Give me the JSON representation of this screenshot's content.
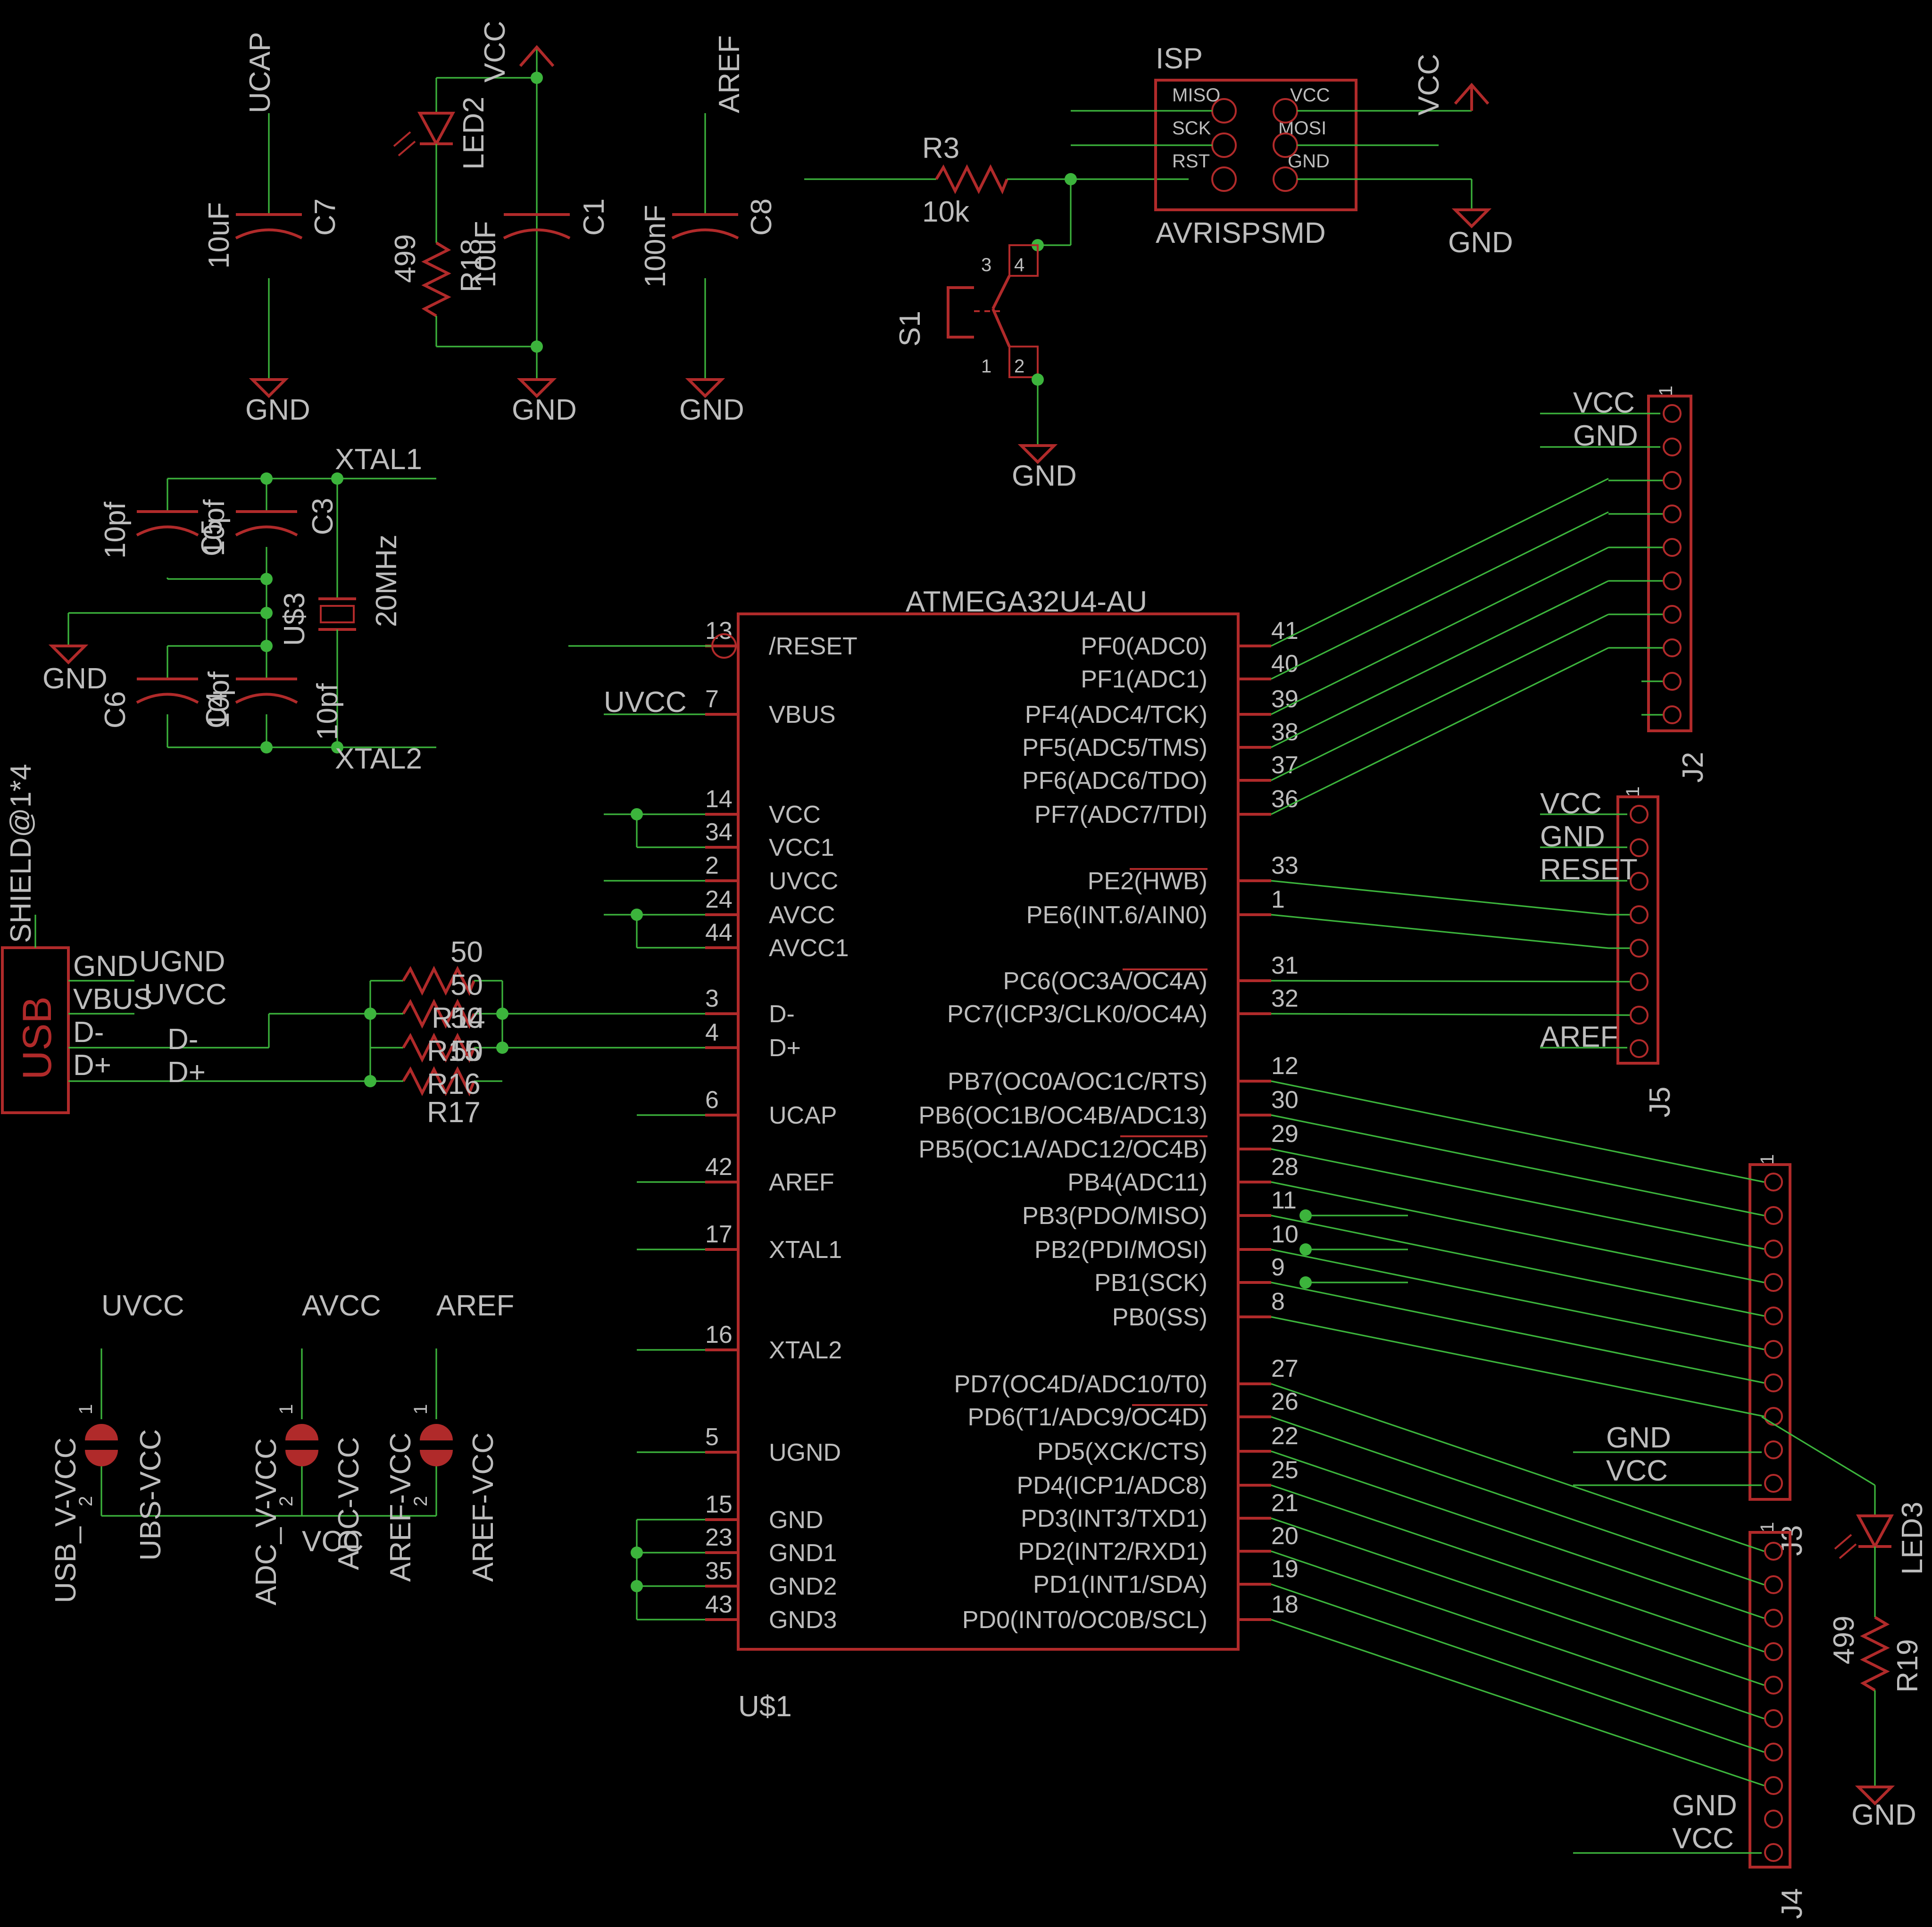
{
  "mcu": {
    "name": "ATMEGA32U4-AU",
    "ref": "U$1",
    "left": [
      {
        "num": "13",
        "name": "/RESET"
      },
      {
        "num": "7",
        "name": "VBUS"
      },
      {
        "num": "14",
        "name": "VCC"
      },
      {
        "num": "34",
        "name": "VCC1"
      },
      {
        "num": "2",
        "name": "UVCC"
      },
      {
        "num": "24",
        "name": "AVCC"
      },
      {
        "num": "44",
        "name": "AVCC1"
      },
      {
        "num": "3",
        "name": "D-"
      },
      {
        "num": "4",
        "name": "D+"
      },
      {
        "num": "6",
        "name": "UCAP"
      },
      {
        "num": "42",
        "name": "AREF"
      },
      {
        "num": "17",
        "name": "XTAL1"
      },
      {
        "num": "16",
        "name": "XTAL2"
      },
      {
        "num": "5",
        "name": "UGND"
      },
      {
        "num": "15",
        "name": "GND"
      },
      {
        "num": "23",
        "name": "GND1"
      },
      {
        "num": "35",
        "name": "GND2"
      },
      {
        "num": "43",
        "name": "GND3"
      }
    ],
    "right": [
      {
        "num": "41",
        "name": "PF0(ADC0)"
      },
      {
        "num": "40",
        "name": "PF1(ADC1)"
      },
      {
        "num": "39",
        "name": "PF4(ADC4/TCK)"
      },
      {
        "num": "38",
        "name": "PF5(ADC5/TMS)"
      },
      {
        "num": "37",
        "name": "PF6(ADC6/TDO)"
      },
      {
        "num": "36",
        "name": "PF7(ADC7/TDI)"
      },
      {
        "num": "33",
        "name": "PE2(HWB)"
      },
      {
        "num": "1",
        "name": "PE6(INT.6/AIN0)"
      },
      {
        "num": "31",
        "name": "PC6(OC3A/OC4A)"
      },
      {
        "num": "32",
        "name": "PC7(ICP3/CLK0/OC4A)"
      },
      {
        "num": "12",
        "name": "PB7(OC0A/OC1C/RTS)"
      },
      {
        "num": "30",
        "name": "PB6(OC1B/OC4B/ADC13)"
      },
      {
        "num": "29",
        "name": "PB5(OC1A/ADC12/OC4B)"
      },
      {
        "num": "28",
        "name": "PB4(ADC11)"
      },
      {
        "num": "11",
        "name": "PB3(PDO/MISO)"
      },
      {
        "num": "10",
        "name": "PB2(PDI/MOSI)"
      },
      {
        "num": "9",
        "name": "PB1(SCK)"
      },
      {
        "num": "8",
        "name": "PB0(SS)"
      },
      {
        "num": "27",
        "name": "PD7(OC4D/ADC10/T0)"
      },
      {
        "num": "26",
        "name": "PD6(T1/ADC9/OC4D)"
      },
      {
        "num": "22",
        "name": "PD5(XCK/CTS)"
      },
      {
        "num": "25",
        "name": "PD4(ICP1/ADC8)"
      },
      {
        "num": "21",
        "name": "PD3(INT3/TXD1)"
      },
      {
        "num": "20",
        "name": "PD2(INT2/RXD1)"
      },
      {
        "num": "19",
        "name": "PD1(INT1/SDA)"
      },
      {
        "num": "18",
        "name": "PD0(INT0/OC0B/SCL)"
      }
    ],
    "uvcc_net": "UVCC"
  },
  "top": {
    "c7": {
      "net": "UCAP",
      "ref": "C7",
      "value": "10uF",
      "gnd": "GND"
    },
    "led2": {
      "ref": "LED2",
      "net": "VCC"
    },
    "r18": {
      "ref": "R18",
      "value": "499"
    },
    "c1": {
      "ref": "C1",
      "value": "10uF",
      "gnd": "GND"
    },
    "gnd_led": "GND",
    "c8": {
      "net": "AREF",
      "ref": "C8",
      "value": "100nF",
      "gnd": "GND"
    },
    "r3": {
      "ref": "R3",
      "value": "10k"
    },
    "s1": {
      "ref": "S1",
      "p1": "1",
      "p2": "2",
      "p3": "3",
      "p4": "4",
      "gnd": "GND"
    }
  },
  "isp": {
    "title": "ISP",
    "part": "AVRISPSMD",
    "pins": [
      "MISO",
      "SCK",
      "RST",
      "VCC",
      "MOSI",
      "GND"
    ],
    "vcc": "VCC",
    "gnd": "GND"
  },
  "crystal": {
    "xtal1": "XTAL1",
    "xtal2": "XTAL2",
    "ref": "U$3",
    "freq": "20MHz",
    "c5": {
      "ref": "C5",
      "value": "10pf"
    },
    "c3": {
      "ref": "C3",
      "value": "10pf"
    },
    "c6": {
      "ref": "C6",
      "value": "10pf"
    },
    "c4": {
      "ref": "C4",
      "value": "10pf"
    },
    "c5v": "10pf",
    "c3v": "10pf",
    "c6v": "10pf",
    "c4v": "10pf",
    "gnd": "GND"
  },
  "usb": {
    "label": "USB",
    "shield": "SHIELD@1*4",
    "pins": [
      "GND",
      "VBUS",
      "D-",
      "D+"
    ],
    "ugnd": "UGND",
    "uvcc": "UVCC",
    "dm": "D-",
    "dp": "D+",
    "res": {
      "r_top": "50",
      "r14": "R14",
      "r15": "R15",
      "r16": "R16",
      "r17": "R17",
      "v1": "50",
      "v2": "50",
      "v3": "50"
    }
  },
  "jumpers": [
    {
      "net": "UVCC",
      "ref": "USB_V-VCC",
      "val": "UBS-VCC",
      "p1": "1",
      "p2": "2"
    },
    {
      "net": "AVCC",
      "ref": "ADC_V-VCC",
      "val": "ADC-VCC",
      "p1": "1",
      "p2": "2",
      "extra": "VCC"
    },
    {
      "net": "AREF",
      "ref": "AREF-VCC",
      "val": "AREF-VCC",
      "p1": "1",
      "p2": "2"
    }
  ],
  "j2": {
    "ref": "J2",
    "pin1": "1",
    "nets": [
      "VCC",
      "GND"
    ]
  },
  "j5": {
    "ref": "J5",
    "pin1": "1",
    "nets": [
      "VCC",
      "GND",
      "RESET",
      "AREF"
    ]
  },
  "j3": {
    "ref": "J3",
    "pin1": "1",
    "nets": [
      "GND",
      "VCC"
    ]
  },
  "j4": {
    "ref": "J4",
    "pin1": "1",
    "nets": [
      "GND",
      "VCC"
    ]
  },
  "led3": {
    "ref": "LED3",
    "r": "R19",
    "value": "499",
    "gnd": "GND"
  }
}
